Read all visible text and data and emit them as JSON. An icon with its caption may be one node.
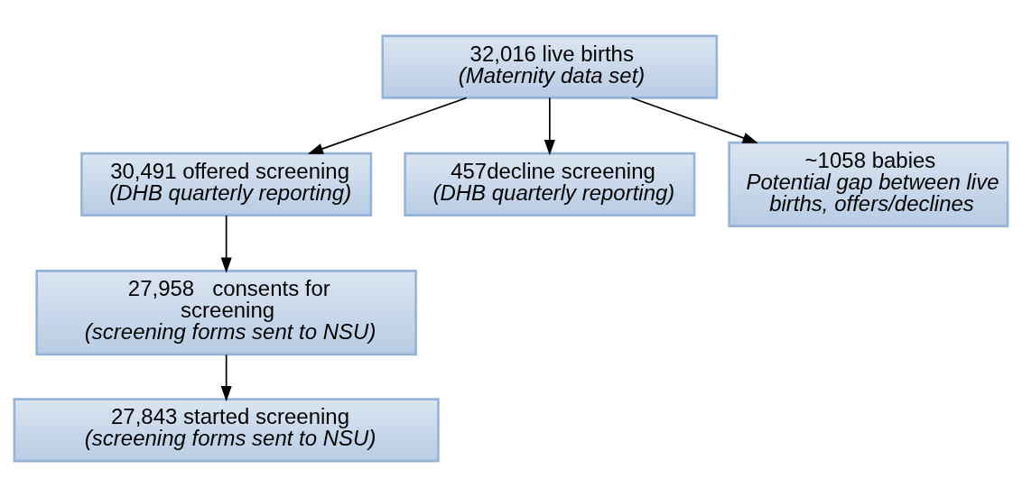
{
  "diagram": {
    "nodes": [
      {
        "text": [
          "32,016 live births",
          "(Maternity data set)"
        ]
      },
      {
        "text": [
          "30,491 offered screening",
          "(DHB quarterly reporting)"
        ]
      },
      {
        "text": [
          "457decline screening",
          "(DHB quarterly reporting)"
        ]
      },
      {
        "text": [
          "~1058 babies",
          "Potential gap between live births, offers/declines"
        ]
      },
      {
        "text": [
          "27,958   consents for screening",
          "(screening forms sent to NSU)"
        ]
      },
      {
        "text": [
          "27,843 started screening",
          "(screening forms sent to NSU)"
        ]
      }
    ],
    "edges": [
      {
        "from": 0,
        "to": 1,
        "arrow": "to"
      },
      {
        "from": 0,
        "to": 2,
        "arrow": "to"
      },
      {
        "from": 0,
        "to": 3,
        "arrow": "to"
      },
      {
        "from": 1,
        "to": 4,
        "arrow": "to"
      },
      {
        "from": 4,
        "to": 5,
        "arrow": "to"
      }
    ]
  }
}
